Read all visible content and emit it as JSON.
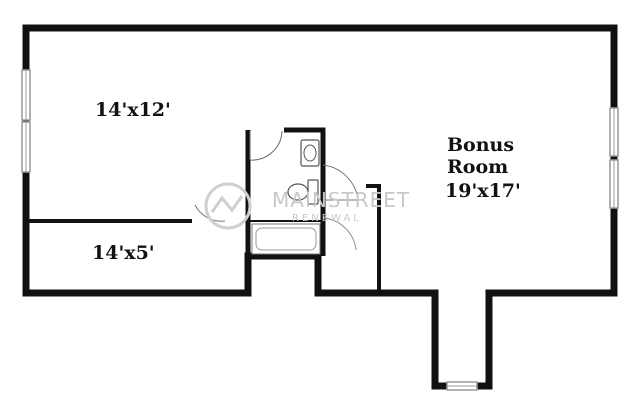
{
  "rooms": {
    "room_a": {
      "dims": "14'x12'"
    },
    "room_b": {
      "dims": "14'x5'"
    },
    "bonus": {
      "name_line1": "Bonus",
      "name_line2": "Room",
      "dims": "19'x17'"
    }
  },
  "watermark": {
    "line1": "MAINSTREET",
    "line2": "RENEWAL"
  },
  "colors": {
    "wall": "#111111",
    "fixture": "#555555",
    "window": "#999999",
    "watermark": "#c8c8c8"
  }
}
